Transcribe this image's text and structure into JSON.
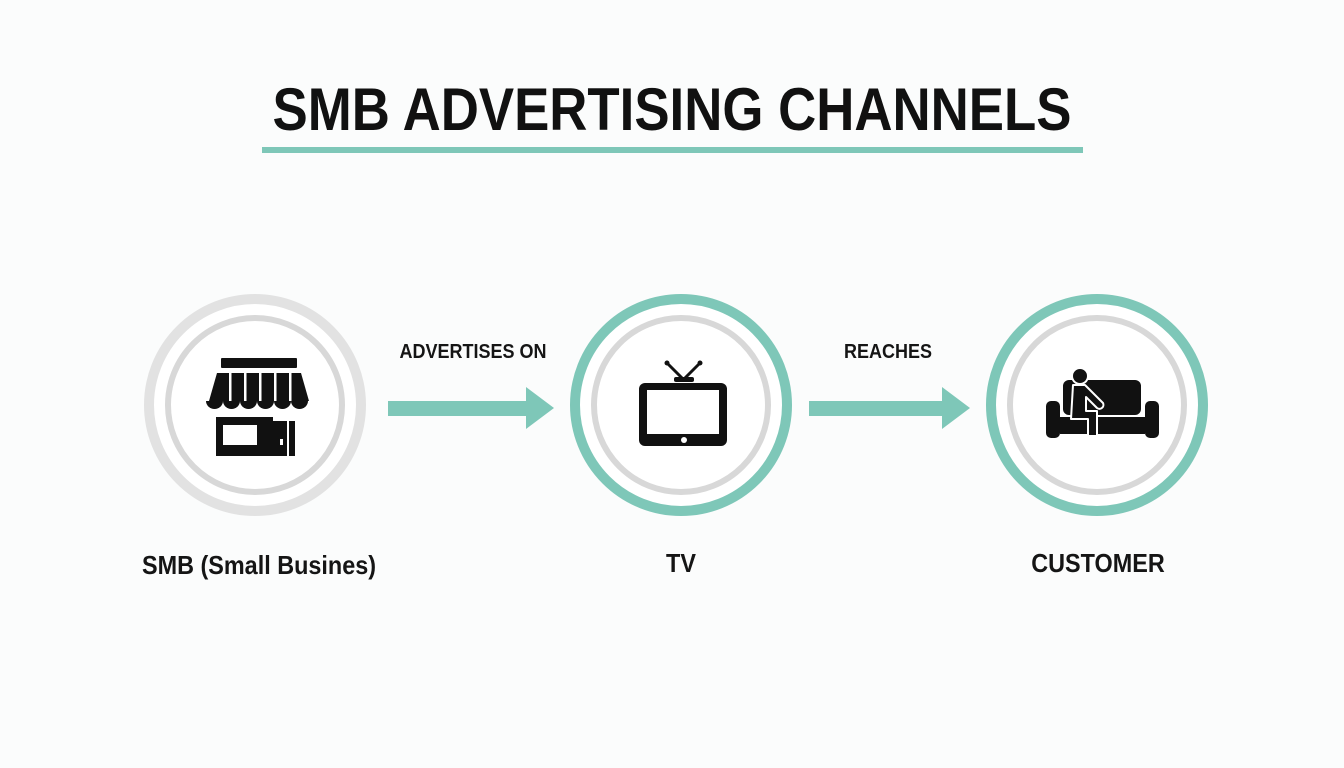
{
  "title": "SMB ADVERTISING CHANNELS",
  "colors": {
    "accent": "#7ec7b8",
    "ring_gray": "#dcdcdc",
    "text": "#111111",
    "background": "#fbfcfc"
  },
  "nodes": [
    {
      "id": "smb",
      "label": "SMB (Small Busines)",
      "icon": "storefront-icon",
      "outer_ring": "gray"
    },
    {
      "id": "tv",
      "label": "TV",
      "icon": "television-icon",
      "outer_ring": "accent"
    },
    {
      "id": "customer",
      "label": "CUSTOMER",
      "icon": "person-on-couch-icon",
      "outer_ring": "accent"
    }
  ],
  "edges": [
    {
      "from": "smb",
      "to": "tv",
      "label": "ADVERTISES ON"
    },
    {
      "from": "tv",
      "to": "customer",
      "label": "REACHES"
    }
  ]
}
